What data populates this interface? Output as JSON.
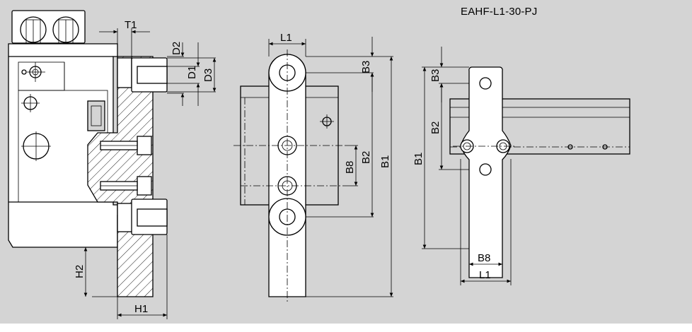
{
  "title": "EAHF-L1-30-PJ",
  "dimensions": {
    "T1": "T1",
    "D2": "D2",
    "D1": "D1",
    "D3": "D3",
    "H1": "H1",
    "H2": "H2",
    "L1_mid": "L1",
    "B3_mid": "B3",
    "B8_mid": "B8",
    "B2_mid": "B2",
    "B1_mid": "B1",
    "B3_right": "B3",
    "B2_right": "B2",
    "B1_right": "B1",
    "B8_right": "B8",
    "L1_right": "L1"
  }
}
